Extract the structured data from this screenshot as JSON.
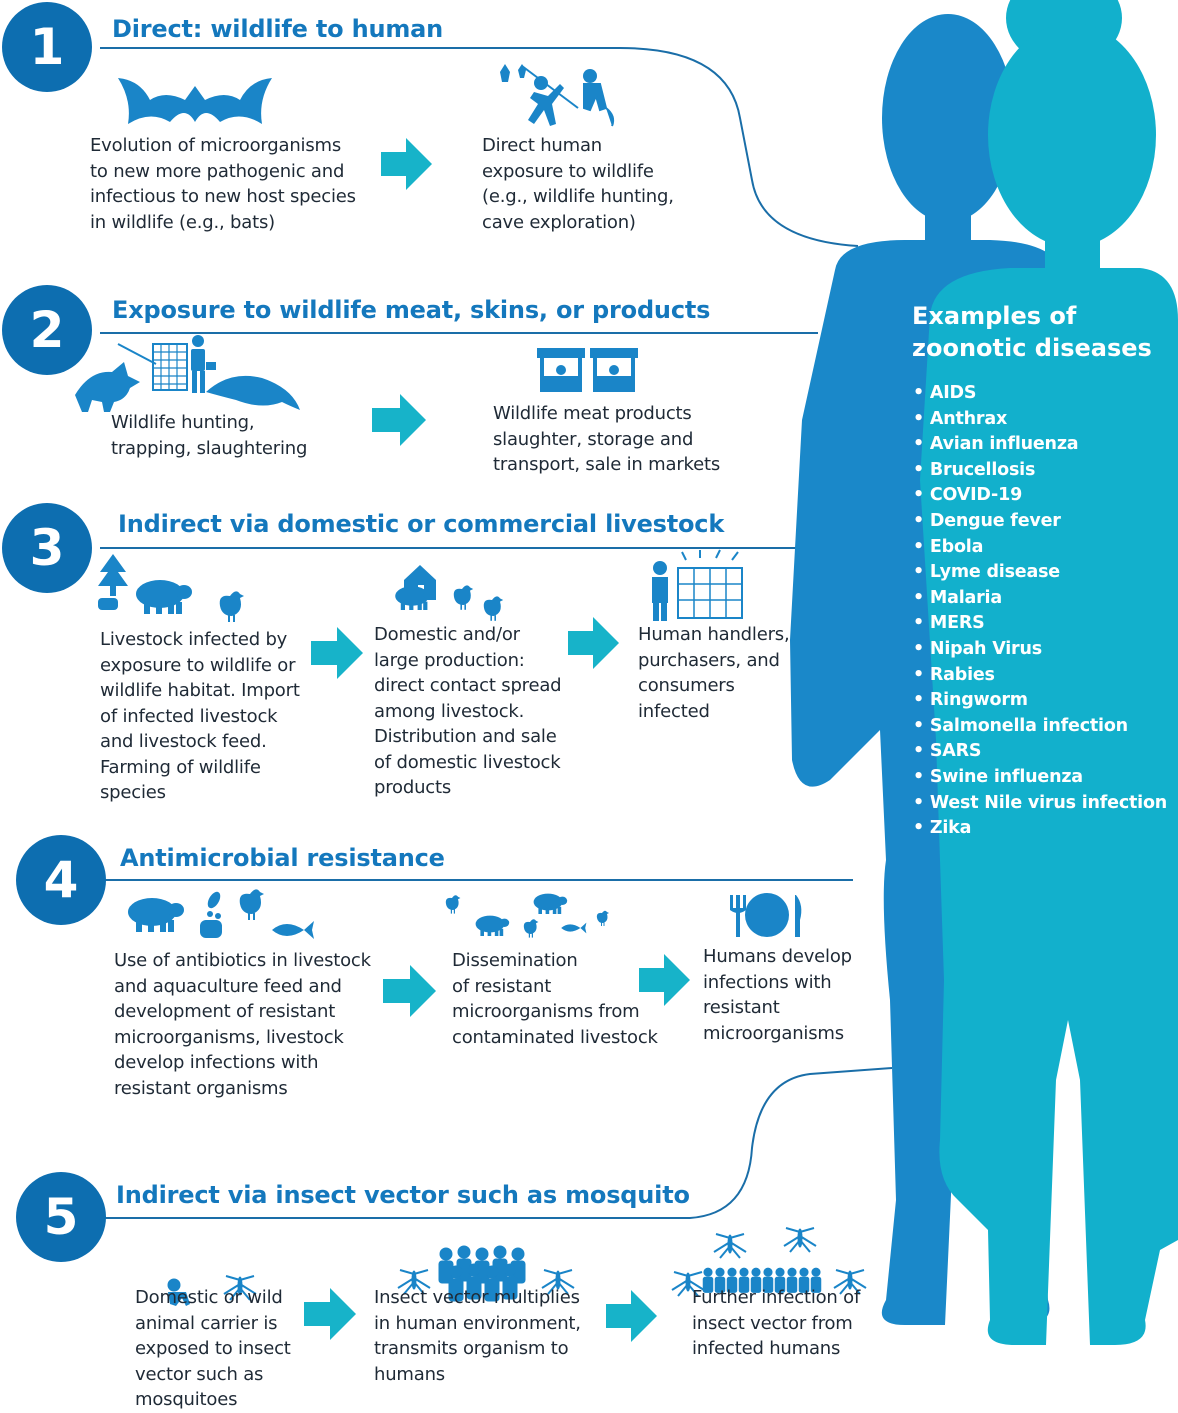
{
  "colors": {
    "number_badge": "#0d6eb0",
    "title_blue": "#1478bd",
    "arrow_teal": "#17b3c9",
    "icon_blue": "#1a85c8",
    "silhouette_back": "#1a88c9",
    "silhouette_front": "#12b0cc",
    "body_text": "#1f2a36"
  },
  "pathways": [
    {
      "number": "1",
      "title": "Direct: wildlife to human",
      "steps": [
        {
          "icon": "bat-icon",
          "text": "Evolution of microorganisms\nto new more pathogenic and\ninfectious to new host species\nin wildlife (e.g., bats)"
        },
        {
          "icon": "hunter-monkey-icon",
          "text": "Direct human\nexposure to wildlife\n(e.g., wildlife hunting,\ncave exploration)"
        }
      ]
    },
    {
      "number": "2",
      "title": "Exposure to wildlife meat, skins, or products",
      "steps": [
        {
          "icon": "fox-trap-pangolin-icon",
          "text": "Wildlife hunting,\ntrapping, slaughtering"
        },
        {
          "icon": "market-stall-icon",
          "text": "Wildlife meat products\nslaughter, storage and\ntransport, sale in markets"
        }
      ]
    },
    {
      "number": "3",
      "title": "Indirect via domestic or commercial livestock",
      "steps": [
        {
          "icon": "tree-pig-hen-icon",
          "text": "Livestock infected by\nexposure to wildlife or\nwildlife habitat. Import\nof infected livestock\nand livestock feed.\nFarming of wildlife\nspecies"
        },
        {
          "icon": "barn-pig-chicken-icon",
          "text": "Domestic and/or\nlarge production:\ndirect contact spread\namong livestock.\nDistribution and sale\nof domestic livestock\nproducts"
        },
        {
          "icon": "farmer-cages-icon",
          "text": "Human handlers,\npurchasers, and\nconsumers\ninfected"
        }
      ]
    },
    {
      "number": "4",
      "title": "Antimicrobial resistance",
      "steps": [
        {
          "icon": "pig-pills-hen-fish-icon",
          "text": "Use of antibiotics in livestock\nand aquaculture feed and\ndevelopment of resistant\nmicroorganisms, livestock\ndevelop infections with\nresistant organisms"
        },
        {
          "icon": "livestock-spread-icon",
          "text": "Dissemination\nof resistant\nmicroorganisms from\ncontaminated livestock"
        },
        {
          "icon": "plate-fork-knife-icon",
          "text": "Humans develop\ninfections with\nresistant\nmicroorganisms"
        }
      ]
    },
    {
      "number": "5",
      "title": "Indirect via insect vector such as mosquito",
      "steps": [
        {
          "icon": "monkey-mosquito-icon",
          "text": "Domestic or wild\nanimal carrier is\nexposed to insect\nvector such as\nmosquitoes"
        },
        {
          "icon": "people-mosquitoes-icon",
          "text": "Insect vector multiplies\nin human environment,\ntransmits organism to\nhumans"
        },
        {
          "icon": "crowd-mosquitoes-icon",
          "text": "Further infection of\ninsect vector from\ninfected humans"
        }
      ]
    }
  ],
  "examples": {
    "heading": "Examples of\nzoonotic diseases",
    "items": [
      "• AIDS",
      "• Anthrax",
      "• Avian influenza",
      "• Brucellosis",
      "• COVID-19",
      "• Dengue fever",
      "• Ebola",
      "• Lyme disease",
      "• Malaria",
      "• MERS",
      "• Nipah Virus",
      "• Rabies",
      "• Ringworm",
      "• Salmonella infection",
      "• SARS",
      "• Swine influenza",
      "• West Nile virus infection",
      "• Zika"
    ]
  }
}
